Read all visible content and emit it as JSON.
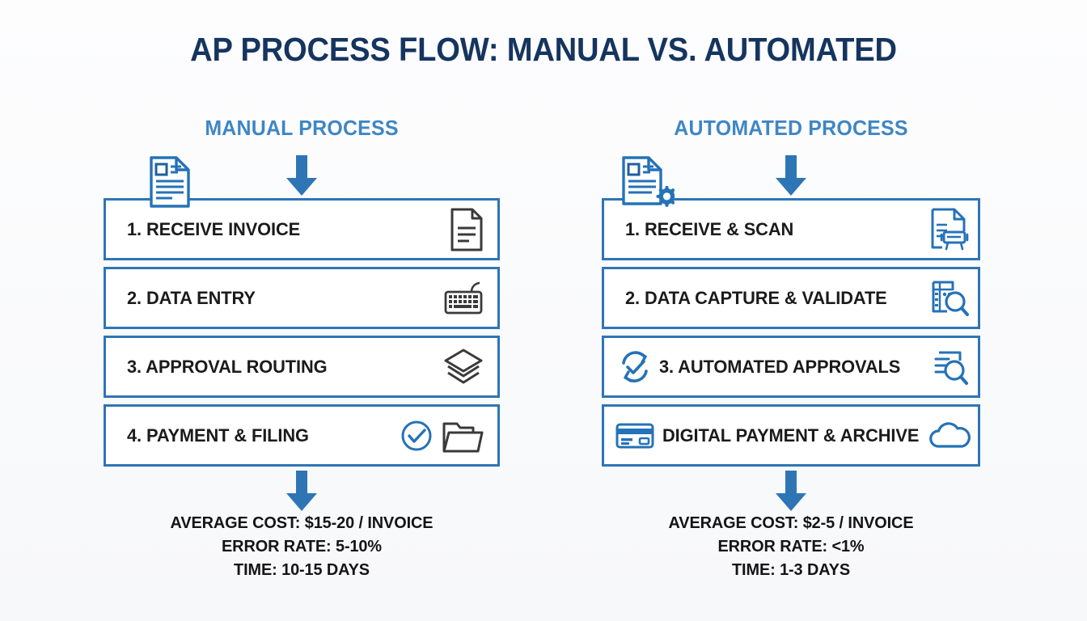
{
  "title": "AP PROCESS FLOW: MANUAL VS. AUTOMATED",
  "colors": {
    "title_navy": "#15355f",
    "header_blue": "#3f86c4",
    "box_border_blue": "#2e75b6",
    "icon_blue": "#2472b8",
    "icon_dark": "#3a3a3a",
    "background": "#fbfbfc"
  },
  "columns": {
    "manual": {
      "header": "MANUAL PROCESS",
      "top_icon": "document-icon",
      "top_arrow": "down-arrow-icon",
      "bottom_arrow": "down-arrow-icon",
      "steps": [
        {
          "label": "1. RECEIVE INVOICE",
          "right_icons": [
            "document-icon"
          ]
        },
        {
          "label": "2. DATA ENTRY",
          "right_icons": [
            "keyboard-icon"
          ]
        },
        {
          "label": "3. APPROVAL ROUTING",
          "right_icons": [
            "layers-icon"
          ]
        },
        {
          "label": "4. PAYMENT & FILING",
          "right_icons": [
            "check-circle-icon",
            "folder-icon"
          ]
        }
      ],
      "summary": [
        "AVERAGE COST: $15-20 / INVOICE",
        "ERROR RATE: 5-10%",
        "TIME: 10-15 DAYS"
      ]
    },
    "automated": {
      "header": "AUTOMATED PROCESS",
      "top_icon": "document-gear-icon",
      "top_arrow": "down-arrow-icon",
      "bottom_arrow": "down-arrow-icon",
      "steps": [
        {
          "label": "1. RECEIVE & SCAN",
          "left_icon": null,
          "right_icons": [
            "document-scanner-icon"
          ]
        },
        {
          "label": "2. DATA CAPTURE & VALIDATE",
          "left_icon": null,
          "right_icons": [
            "data-search-icon"
          ]
        },
        {
          "label": "3. AUTOMATED APPROVALS",
          "left_icon": "refresh-check-icon",
          "right_icons": [
            "list-search-icon"
          ]
        },
        {
          "label": "DIGITAL PAYMENT & ARCHIVE",
          "left_icon": "credit-card-icon",
          "right_icons": [
            "cloud-icon"
          ]
        }
      ],
      "summary": [
        "AVERAGE COST: $2-5 / INVOICE",
        "ERROR RATE: <1%",
        "TIME: 1-3 DAYS"
      ]
    }
  }
}
